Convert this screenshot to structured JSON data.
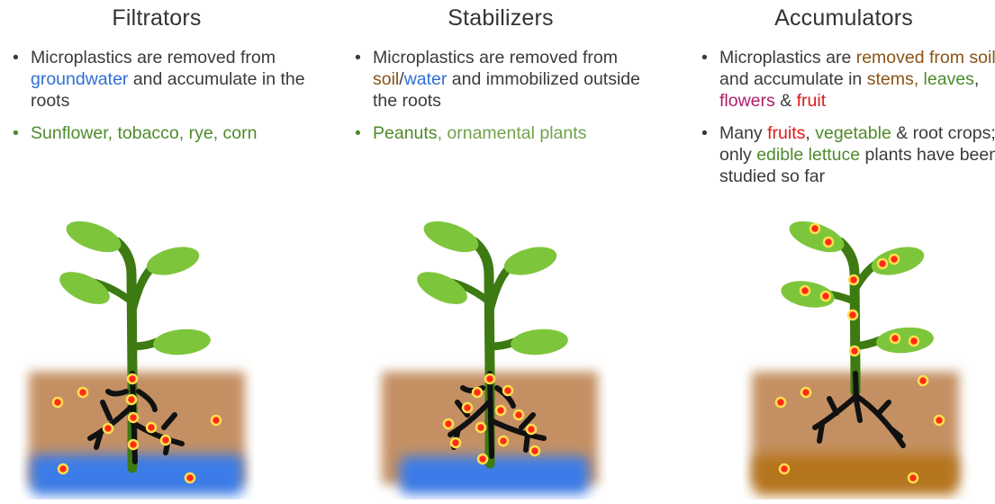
{
  "columns": [
    {
      "title": "Filtrators",
      "bullet1": {
        "parts": [
          "Microplastics are ",
          "removed from ",
          "groundwater",
          " and ",
          "accumulate in the roots"
        ]
      },
      "bullet2": "Sunflower, tobacco, rye, corn"
    },
    {
      "title": "Stabilizers",
      "bullet1": {
        "parts": [
          "Microplastics are ",
          "removed from ",
          "soil",
          "/",
          "water",
          " and ",
          "immobilized outside the roots"
        ]
      },
      "bullet2": {
        "parts": [
          "Peanuts",
          ", ornamental plants"
        ]
      }
    },
    {
      "title": "Accumulators",
      "bullet1": {
        "parts": [
          "Microplastics are ",
          "removed from ",
          "soil",
          " and ",
          "accumulate in ",
          "stems,",
          " ",
          "leaves",
          ", ",
          "flowers",
          " & ",
          "fruit"
        ]
      },
      "bullet2": {
        "parts": [
          "Many ",
          "fruits",
          ", ",
          "vegetable",
          " & root crops; only ",
          "edible lettuce",
          " plants have been studied so far"
        ]
      }
    }
  ],
  "colors": {
    "leaf": "#7dc63c",
    "stem": "#3d7a12",
    "soil": "#c49063",
    "groundwater": "#3b7be8",
    "wet_soil": "#b5751e",
    "particle_fill": "#ff2b1a",
    "particle_core": "#ffe14d"
  }
}
